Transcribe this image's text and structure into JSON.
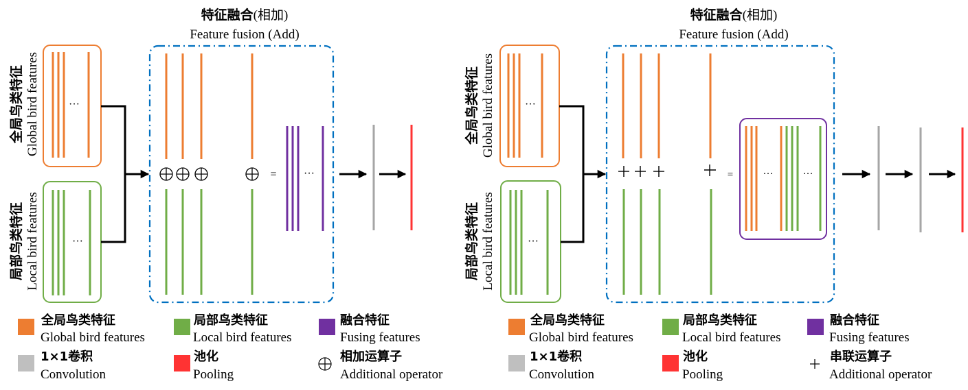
{
  "colors": {
    "global": "#ED7D31",
    "local": "#70AD47",
    "fusing": "#7030A0",
    "conv": "#A6A6A6",
    "pool": "#FF3333",
    "frame": "#0070C0",
    "arrow": "#000000"
  },
  "panels": [
    {
      "id": "add",
      "title_zh": "特征融合",
      "title_zh_paren": "(相加)",
      "title_en": "Feature fusion (Add)",
      "global_label_zh": "全局鸟类特征",
      "global_label_en": "Global bird features",
      "local_label_zh": "局部鸟类特征",
      "local_label_en": "Local bird features",
      "ellipsis": "···",
      "operator_symbol": "⊕",
      "equals": "=",
      "legend": [
        {
          "zh": "全局鸟类特征",
          "en": "Global bird features",
          "swatch": "global"
        },
        {
          "zh": "局部鸟类特征",
          "en": "Local bird features",
          "swatch": "local"
        },
        {
          "zh": "融合特征",
          "en": "Fusing features",
          "swatch": "fusing"
        },
        {
          "zh": "1×1卷积",
          "en": "Convolution",
          "swatch": "conv"
        },
        {
          "zh": "池化",
          "en": "Pooling",
          "swatch": "pool"
        },
        {
          "zh": "相加运算子",
          "en": "Additional operator",
          "symbol": "⊕"
        }
      ]
    },
    {
      "id": "concat",
      "title_zh": "特征融合",
      "title_zh_paren": "(相加)",
      "title_en": "Feature fusion (Add)",
      "global_label_zh": "全局鸟类特征",
      "global_label_en": "Global bird features",
      "local_label_zh": "局部鸟类特征",
      "local_label_en": "Local bird features",
      "ellipsis": "···",
      "operator_symbol": "+",
      "equals": "=",
      "legend": [
        {
          "zh": "全局鸟类特征",
          "en": "Global bird features",
          "swatch": "global"
        },
        {
          "zh": "局部鸟类特征",
          "en": "Local bird features",
          "swatch": "local"
        },
        {
          "zh": "融合特征",
          "en": "Fusing features",
          "swatch": "fusing"
        },
        {
          "zh": "1×1卷积",
          "en": "Convolution",
          "swatch": "conv"
        },
        {
          "zh": "池化",
          "en": "Pooling",
          "swatch": "pool"
        },
        {
          "zh": "串联运算子",
          "en": "Additional operator",
          "symbol": "+"
        }
      ]
    }
  ]
}
